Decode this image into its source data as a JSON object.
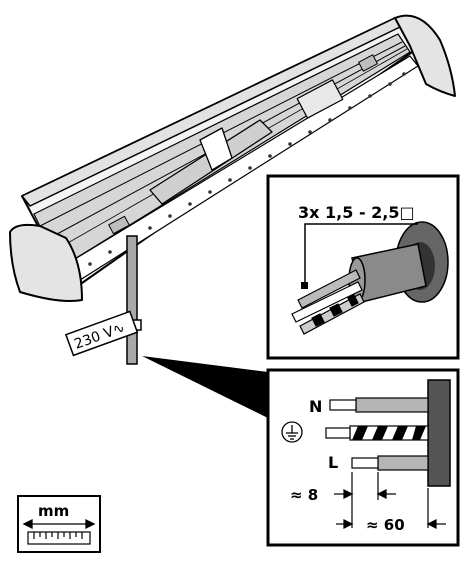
{
  "cable_spec": "3x 1,5 - 2,5□",
  "voltage_tag": "230 V∿",
  "terminal_labels": {
    "neutral": "N",
    "earth_symbol": "earth-ground-icon",
    "live": "L"
  },
  "dimensions": {
    "strip": "≈ 8",
    "sheath": "≈ 60"
  },
  "unit_box": {
    "unit": "mm"
  }
}
